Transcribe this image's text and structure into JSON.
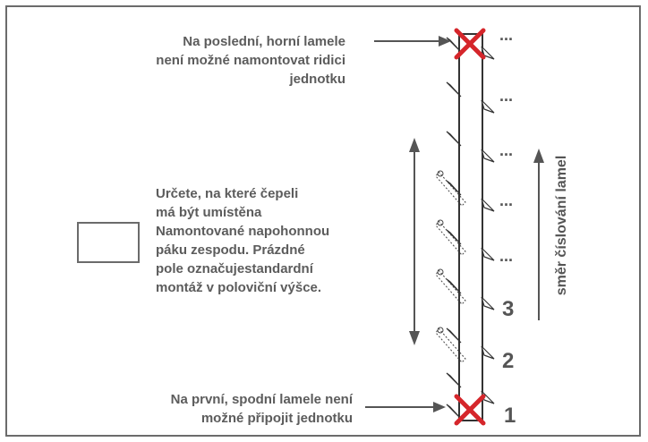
{
  "notes": {
    "top": [
      "Na poslední, horní lamele",
      "není možné namontovat ridici",
      "jednotku"
    ],
    "middle": [
      "Určete, na které čepeli",
      "má být umístěna",
      "Namontované napohonnou",
      "páku zespodu. Prázdné",
      "pole označujestandardní",
      "montáž v poloviční výšce."
    ],
    "bottom": [
      "Na první, spodní lamele není",
      "možné připojit jednotku"
    ]
  },
  "slat_numbers": [
    "3",
    "2",
    "1"
  ],
  "ellipsis": "...",
  "direction_label": "směr číslování lamel",
  "lever_input": {
    "value": ""
  },
  "colors": {
    "text": "#5c5c5c",
    "lines": "#555555",
    "frame": "#6b6b6b",
    "cross": "#d5262b"
  },
  "icons": [
    "cross-icon",
    "arrow-right-icon",
    "arrow-up-icon",
    "double-arrow-icon",
    "ellipsis-icon"
  ]
}
